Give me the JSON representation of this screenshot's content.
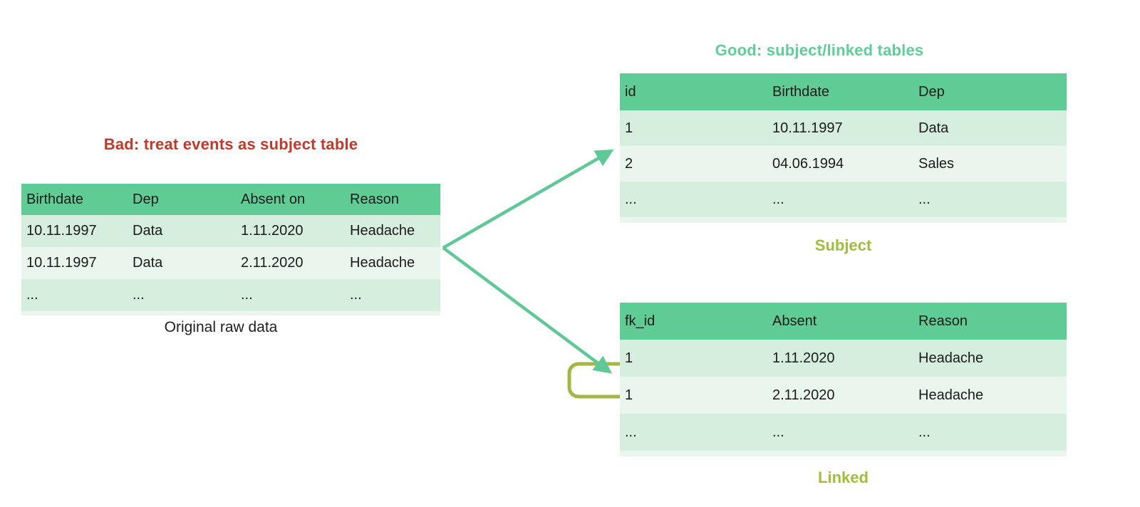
{
  "diagram": {
    "bad_section": {
      "title": "Bad: treat events as subject table",
      "table": {
        "headers": [
          "Birthdate",
          "Dep",
          "Absent on",
          "Reason"
        ],
        "rows": [
          [
            "10.11.1997",
            "Data",
            "1.11.2020",
            "Headache"
          ],
          [
            "10.11.1997",
            "Data",
            "2.11.2020",
            "Headache"
          ],
          [
            "...",
            "...",
            "...",
            "..."
          ]
        ]
      },
      "caption": "Original raw data"
    },
    "good_section": {
      "title": "Good: subject/linked tables",
      "subject_table": {
        "headers": [
          "id",
          "Birthdate",
          "Dep"
        ],
        "rows": [
          [
            "1",
            "10.11.1997",
            "Data"
          ],
          [
            "2",
            "04.06.1994",
            "Sales"
          ],
          [
            "...",
            "...",
            "..."
          ]
        ],
        "caption": "Subject"
      },
      "linked_table": {
        "headers": [
          "fk_id",
          "Absent",
          "Reason"
        ],
        "rows": [
          [
            "1",
            "1.11.2020",
            "Headache"
          ],
          [
            "1",
            "2.11.2020",
            "Headache"
          ],
          [
            "...",
            "...",
            "..."
          ]
        ],
        "caption": "Linked"
      }
    },
    "colors": {
      "header_green": "#5FCC96",
      "row_odd": "#D5EEDE",
      "row_even": "#EAF6ED",
      "bad_title_red": "#C2382A",
      "good_title_green": "#5FCE97",
      "label_olive": "#9FBE3B",
      "arrow_green": "#5EC897",
      "loop_olive": "#A5B647"
    }
  }
}
